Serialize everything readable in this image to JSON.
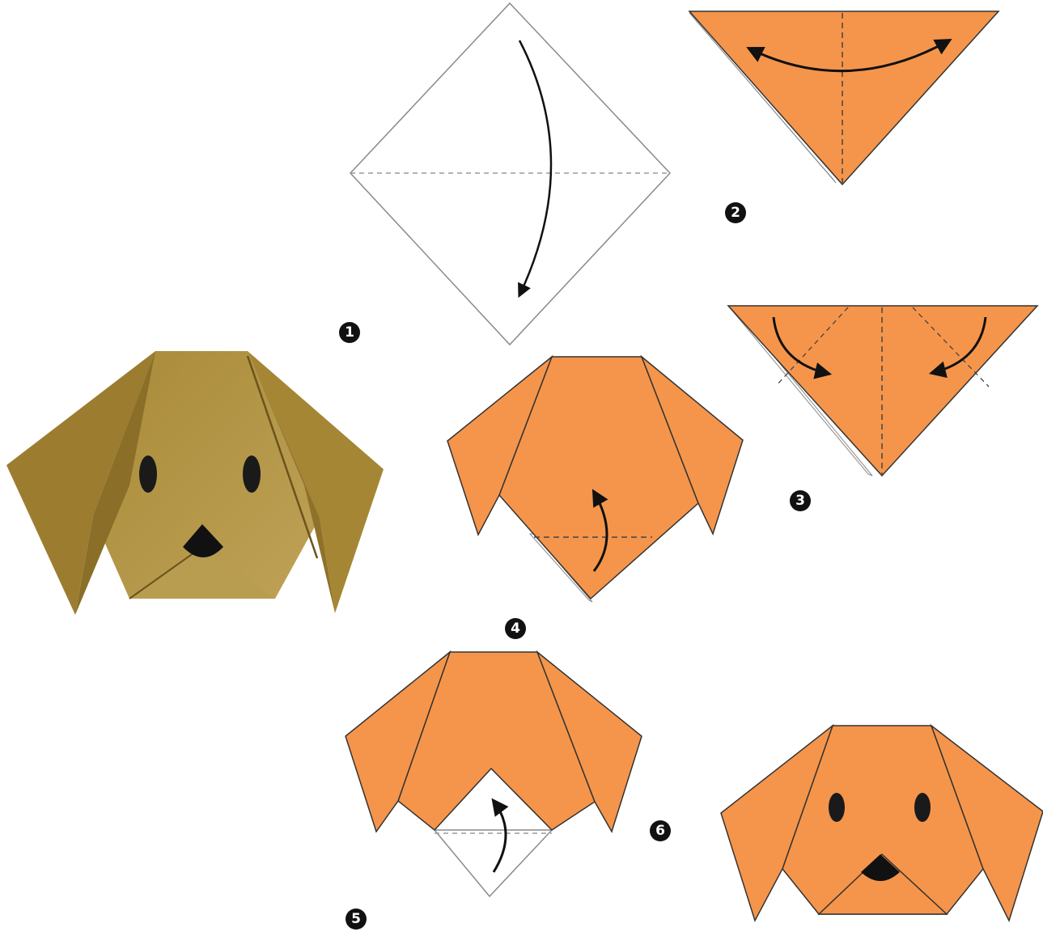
{
  "colors": {
    "paper_orange": "#F5954B",
    "paper_orange_dark": "#E8853A",
    "crease_line": "#222222",
    "dashed_line": "#9a9a9a",
    "arrow": "#111111",
    "photo_paper_light": "#B0913F",
    "photo_paper_mid": "#9C7D30",
    "photo_paper_dark": "#7E6522",
    "eye": "#1a1a1a",
    "badge": "#111111"
  },
  "steps": [
    {
      "number": "1",
      "icon": "fold-down-arrow-icon"
    },
    {
      "number": "2",
      "icon": "fold-in-half-arrow-icon"
    },
    {
      "number": "3",
      "icon": "fold-corners-arrow-icon"
    },
    {
      "number": "4",
      "icon": "fold-up-arrow-icon"
    },
    {
      "number": "5",
      "icon": "fold-up-arrow-icon"
    },
    {
      "number": "6",
      "icon": "finished-dog-face-icon"
    }
  ]
}
